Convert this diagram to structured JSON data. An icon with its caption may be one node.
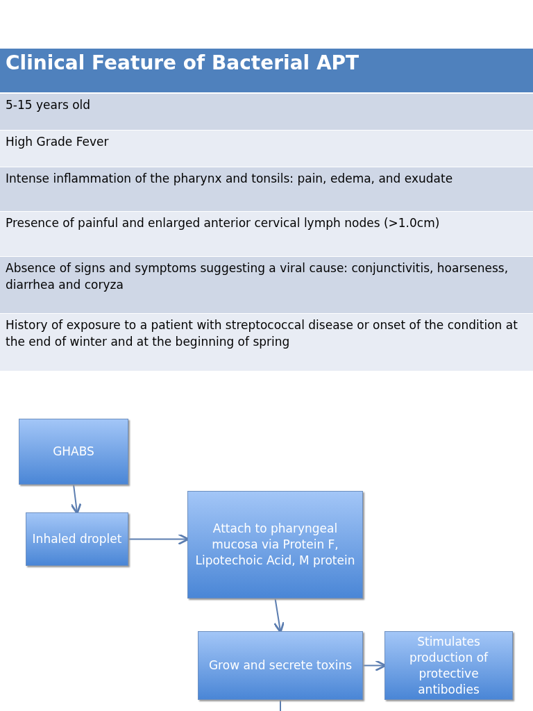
{
  "diagram": {
    "title": "Clinical Feature of Bacterial APT",
    "nodes": [
      {
        "text": [
          "GHABS"
        ]
      },
      {
        "text": [
          "Inhaled droplet"
        ]
      },
      {
        "text": [
          "Attach to pharyngeal mucosa via Protein F, Lipotechoic Acid, M protein"
        ]
      },
      {
        "text": [
          "Grow and secrete toxins"
        ]
      },
      {
        "text": [
          "Stimulates production of protective antibodies"
        ]
      }
    ],
    "edges": [
      {
        "from": 0,
        "to": 1,
        "arrow": "to"
      },
      {
        "from": 1,
        "to": 2,
        "arrow": "to"
      },
      {
        "from": 2,
        "to": 3,
        "arrow": "to"
      },
      {
        "from": 3,
        "to": 4,
        "arrow": "to"
      },
      {
        "from": 3,
        "to": null,
        "arrow": "none"
      }
    ],
    "labels": [
      "5-15 years old",
      "High Grade Fever",
      "Intense inflammation of the pharynx and tonsils: pain, edema, and exudate",
      "Presence of painful and enlarged anterior cervical lymph nodes (>1.0cm)",
      "Absence of signs and symptoms suggesting a viral cause: conjunctivitis, hoarseness, diarrhea and coryza",
      "History of exposure to a patient with streptococcal disease or onset of the condition at the end of winter and at the beginning of spring"
    ]
  }
}
